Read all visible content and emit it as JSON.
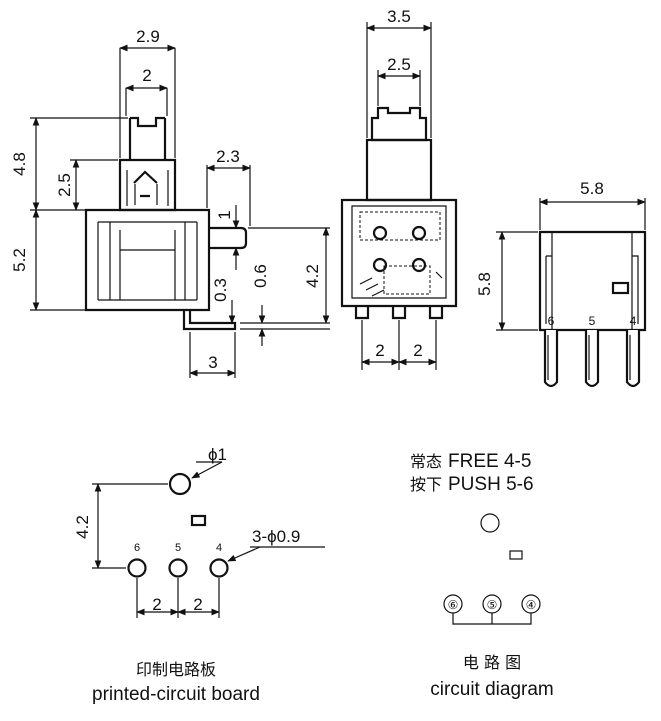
{
  "front_view": {
    "dim_width_total": "2.9",
    "dim_plunger": "2",
    "dim_height_top": "4.8",
    "dim_plunger_travel": "2.5",
    "dim_height_body": "5.2",
    "dim_pin_offset": "2.3",
    "dim_pin_stub": "1",
    "dim_0_3": "0.3",
    "dim_0_6": "0.6",
    "dim_4_2": "4.2",
    "dim_3": "3"
  },
  "side_view": {
    "dim_width_total": "3.5",
    "dim_plunger": "2.5",
    "dim_pitch_left": "2",
    "dim_pitch_right": "2"
  },
  "end_view": {
    "dim_width": "5.8",
    "dim_height": "5.8",
    "pin_labels": [
      "6",
      "5",
      "4"
    ]
  },
  "pcb": {
    "dim_hole_large": "ϕ1",
    "dim_row_offset": "4.2",
    "dim_holes": "3-ϕ0.9",
    "pin_labels": [
      "6",
      "5",
      "4"
    ],
    "dim_pitch_left": "2",
    "dim_pitch_right": "2",
    "caption_cn": "印制电路板",
    "caption_en": "printed-circuit board"
  },
  "circuit": {
    "state_free_cn": "常态",
    "state_free_en": "FREE 4-5",
    "state_push_cn": "按下",
    "state_push_en": "PUSH 5-6",
    "pin_labels": [
      "⑥",
      "⑤",
      "④"
    ],
    "caption_cn": "电 路 图",
    "caption_en": "circuit diagram"
  }
}
